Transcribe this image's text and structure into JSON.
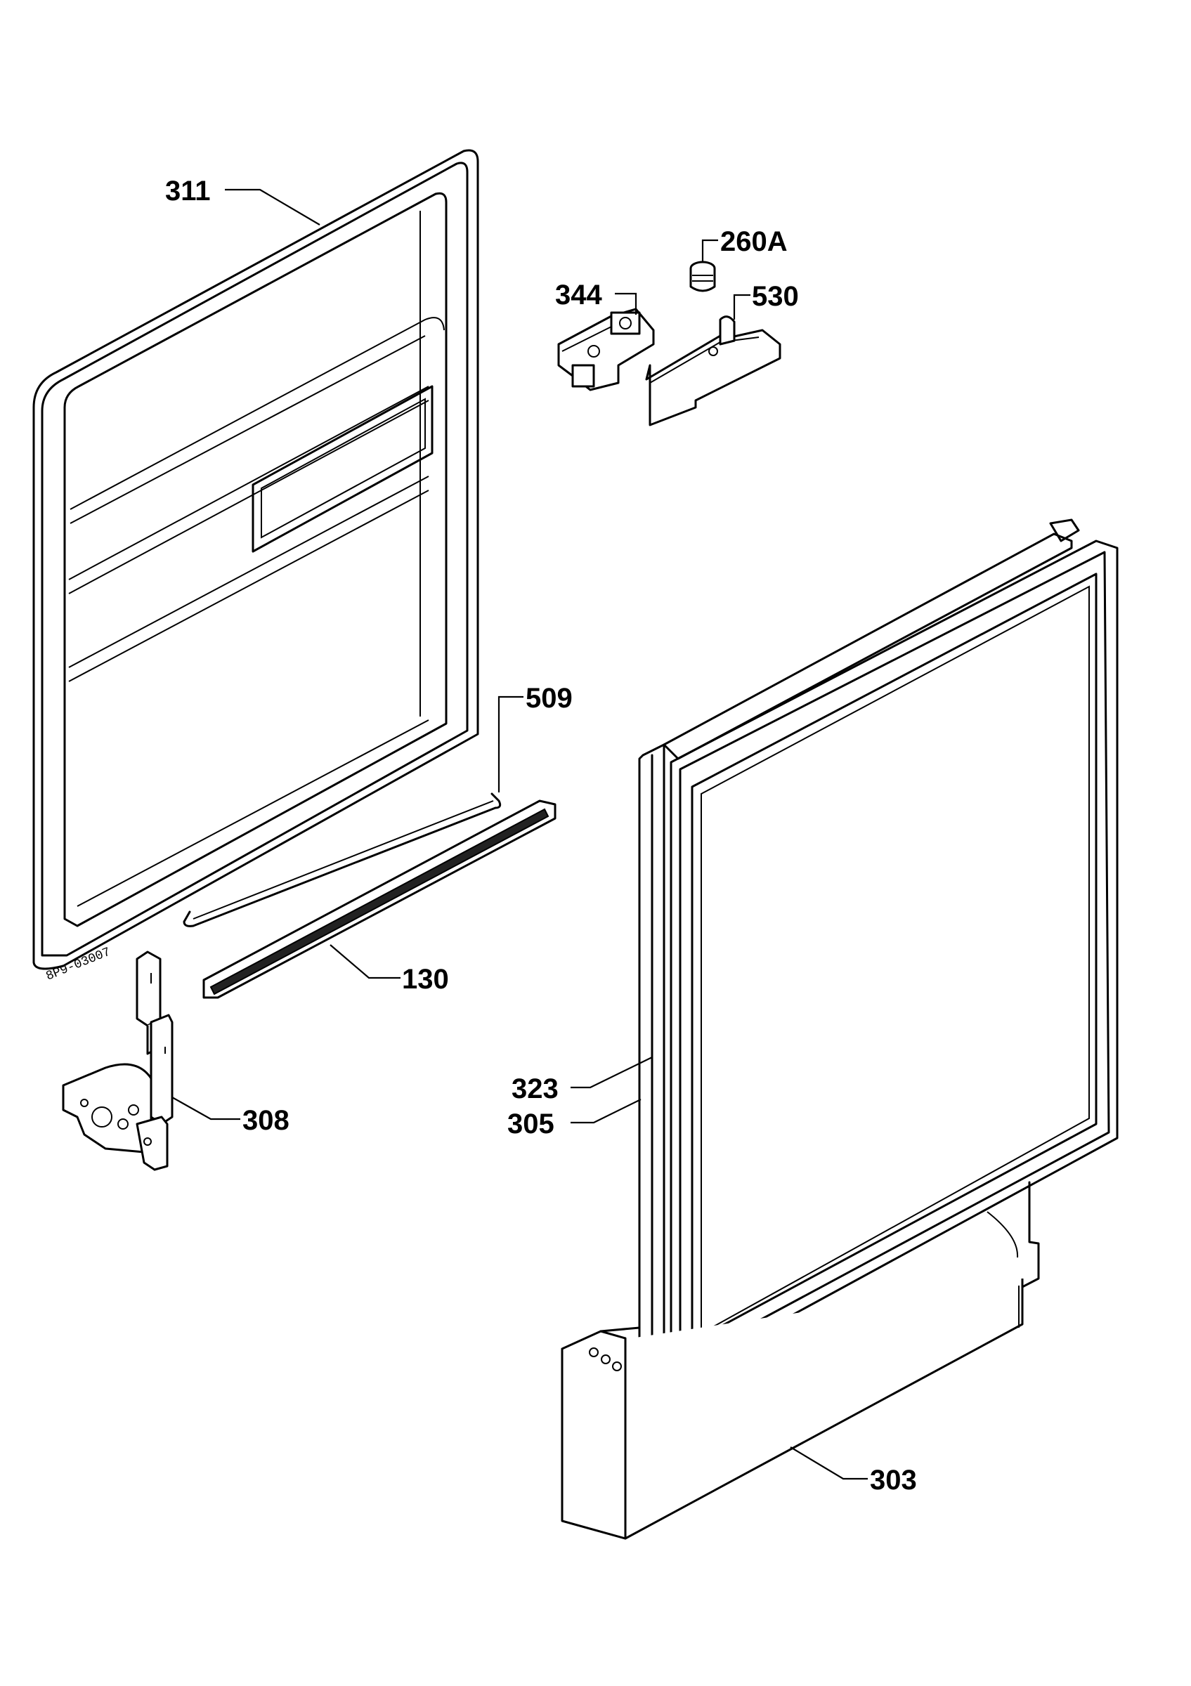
{
  "callouts": [
    {
      "id": "311",
      "label": "311"
    },
    {
      "id": "260A",
      "label": "260A"
    },
    {
      "id": "344",
      "label": "344"
    },
    {
      "id": "530",
      "label": "530"
    },
    {
      "id": "509",
      "label": "509"
    },
    {
      "id": "130",
      "label": "130"
    },
    {
      "id": "308",
      "label": "308"
    },
    {
      "id": "323",
      "label": "323"
    },
    {
      "id": "305",
      "label": "305"
    },
    {
      "id": "303",
      "label": "303"
    }
  ],
  "drawing_code": "8P9-03007"
}
